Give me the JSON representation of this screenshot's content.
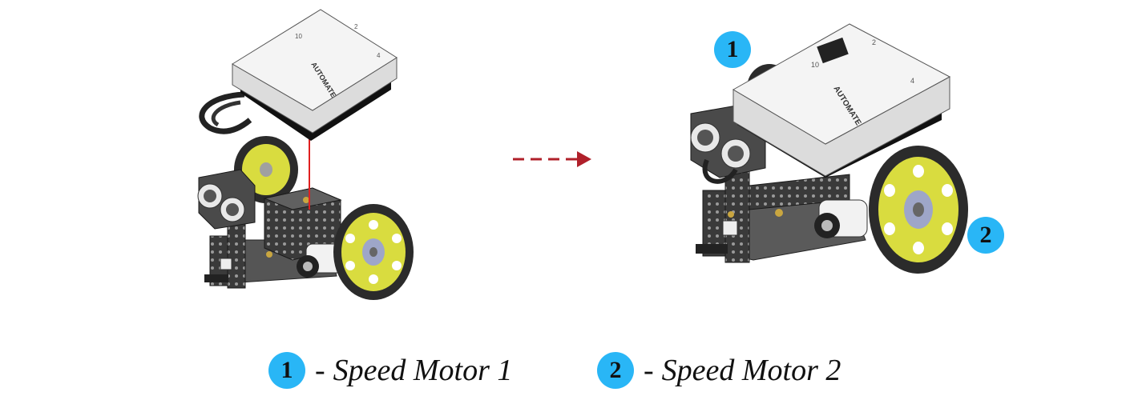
{
  "colors": {
    "badge": "#29b6f6",
    "arrow": "#b0202a",
    "wheel_tire": "#2b2b2b",
    "wheel_rim": "#d9dc3f",
    "controller": "#f4f4f4",
    "frame": "#3a3a3a",
    "cable": "#222222",
    "guide_line": "#e02020"
  },
  "module_label": "AUTOMATE",
  "port_numbers": [
    "10",
    "2",
    "4"
  ],
  "markers": [
    {
      "number": "1"
    },
    {
      "number": "2"
    }
  ],
  "legend": [
    {
      "number": "1",
      "dash": "-",
      "label": "Speed Motor 1"
    },
    {
      "number": "2",
      "dash": "-",
      "label": "Speed Motor 2"
    }
  ]
}
